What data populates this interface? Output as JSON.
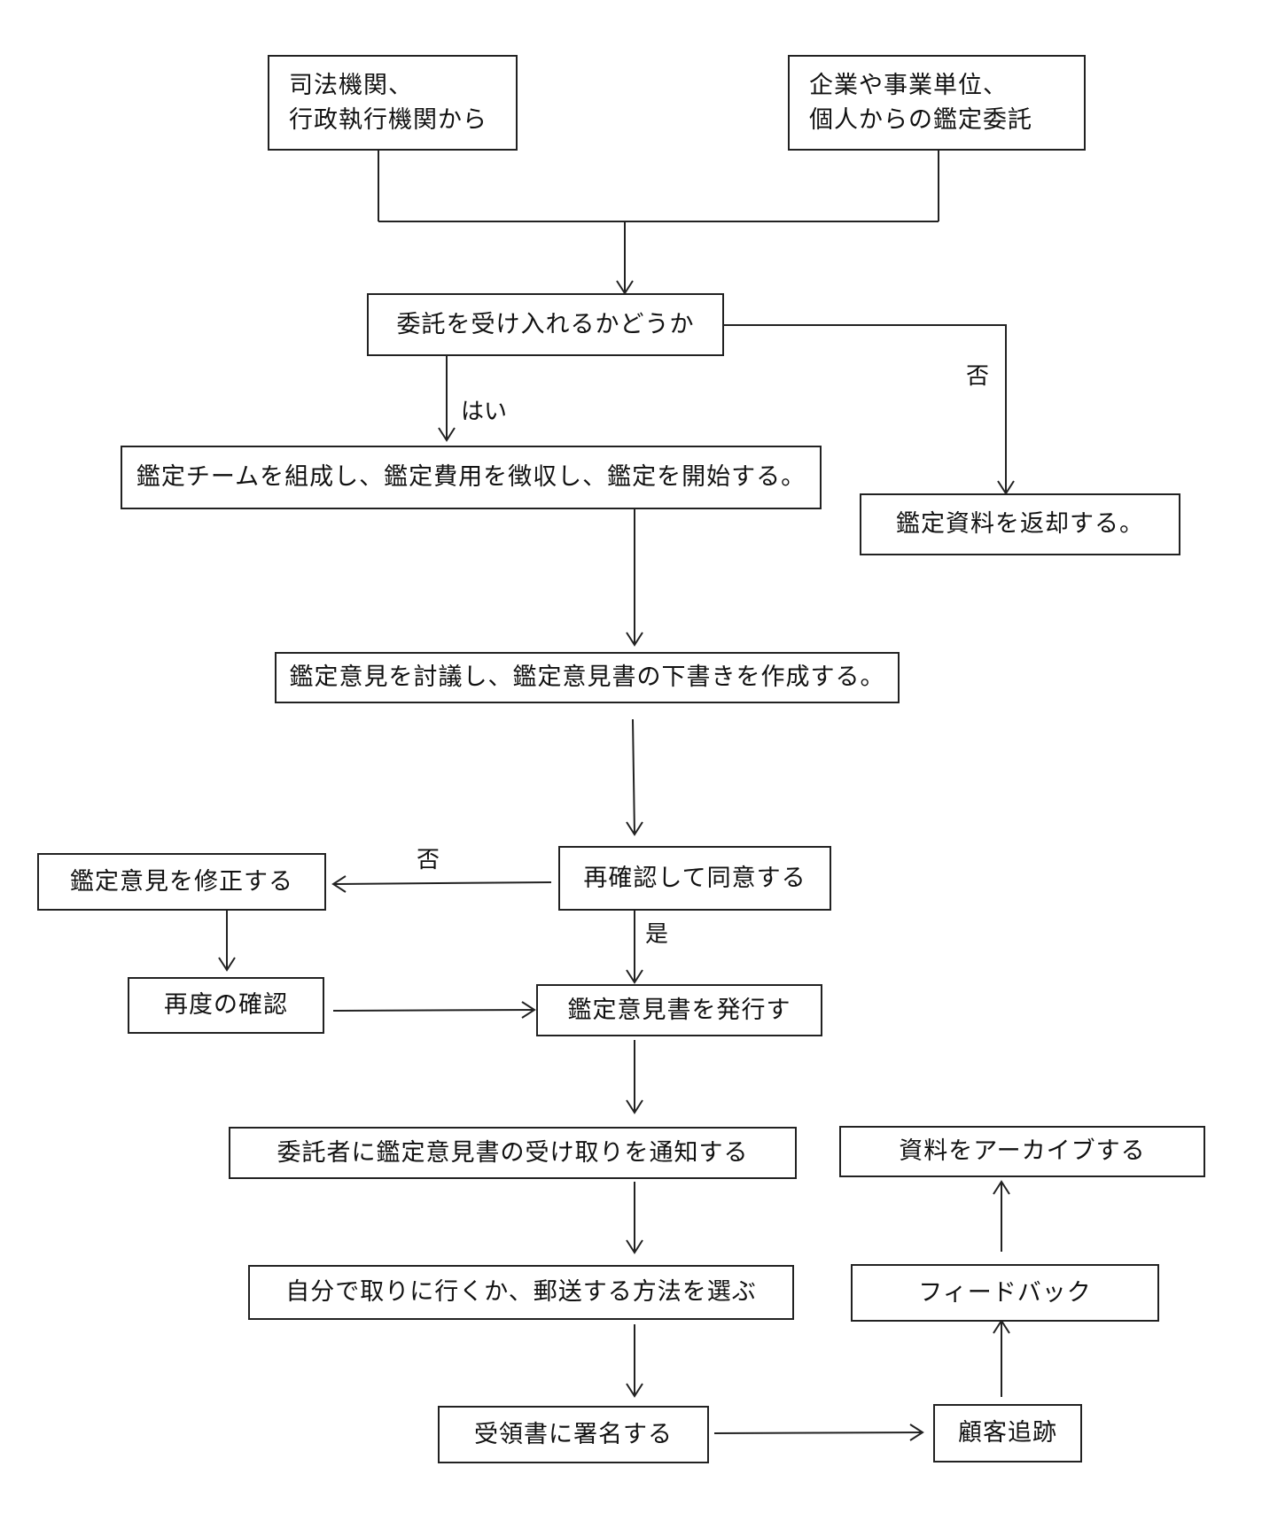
{
  "nodes": {
    "source_gov_line1": "司法機関、",
    "source_gov_line2": "行政執行機関から",
    "source_corp_line1": "企業や事業単位、",
    "source_corp_line2": "個人からの鑑定委託",
    "accept_decision": "委託を受け入れるかどうか",
    "form_team": "鑑定チームを組成し、鑑定費用を徴収し、鑑定を開始する。",
    "return_materials": "鑑定資料を返却する。",
    "draft_opinion": "鑑定意見を討議し、鑑定意見書の下書きを作成する。",
    "reconfirm": "再確認して同意する",
    "revise_opinion": "鑑定意見を修正する",
    "recheck": "再度の確認",
    "issue_opinion": "鑑定意見書を発行す",
    "notify_client": "委託者に鑑定意見書の受け取りを通知する",
    "choose_method": "自分で取りに行くか、郵送する方法を選ぶ",
    "sign_receipt": "受領書に署名する",
    "customer_tracking": "顧客追跡",
    "feedback": "フィードバック",
    "archive": "資料をアーカイブする"
  },
  "edge_labels": {
    "yes_accept": "はい",
    "no_accept": "否",
    "no_reconfirm": "否",
    "yes_reconfirm": "是"
  }
}
